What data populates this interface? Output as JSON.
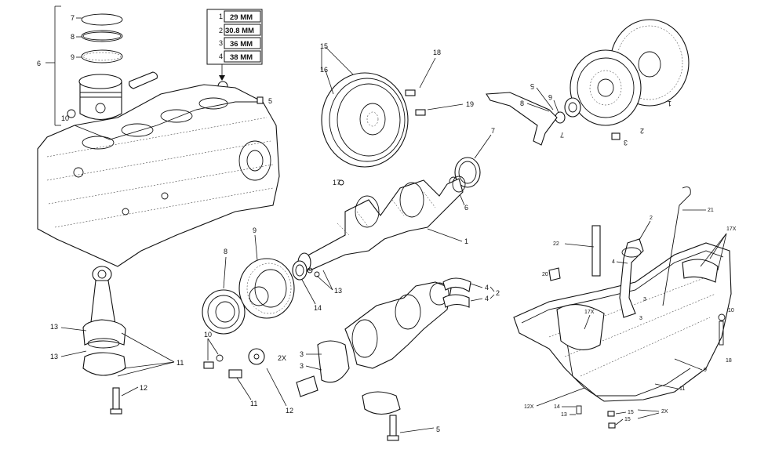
{
  "size_table": [
    {
      "num": "1",
      "size": "29 MM"
    },
    {
      "num": "2",
      "size": "30.8 MM"
    },
    {
      "num": "3",
      "size": "36 MM"
    },
    {
      "num": "4",
      "size": "38 MM"
    }
  ],
  "callouts": {
    "block_piston": [
      "7",
      "8",
      "9",
      "6",
      "10",
      "5"
    ],
    "rod": [
      "13",
      "13",
      "11",
      "12"
    ],
    "pulley_flywheel": [
      "15",
      "16",
      "17",
      "18",
      "19",
      "7",
      "6",
      "1"
    ],
    "front_pulley": [
      "8",
      "9",
      "10",
      "11",
      "12",
      "14",
      "13"
    ],
    "crank_lower": [
      "2X",
      "3",
      "3",
      "4",
      "4",
      "2",
      "5"
    ],
    "clutch": [
      "5",
      "6",
      "8",
      "7",
      "3",
      "2",
      "1"
    ],
    "oil_pan": [
      "21",
      "22",
      "20",
      "2",
      "4",
      "17X",
      "17X",
      "3",
      "3",
      "10",
      "9",
      "18",
      "11",
      "12X",
      "14",
      "13",
      "15",
      "15",
      "2X"
    ]
  }
}
